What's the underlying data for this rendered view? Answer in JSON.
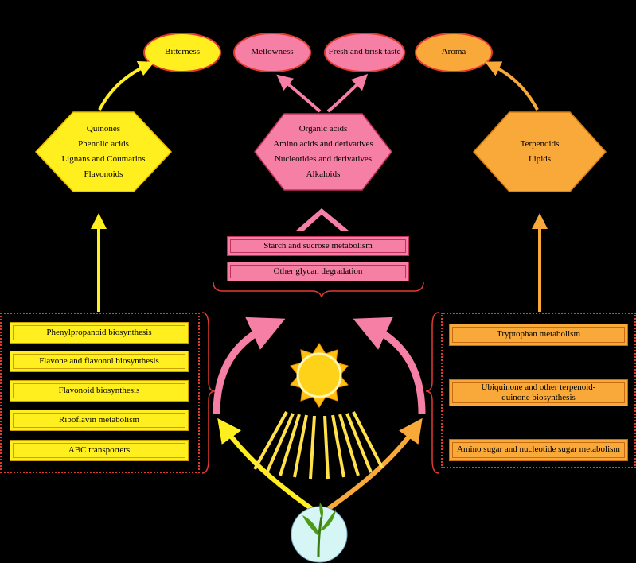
{
  "tastes": [
    {
      "label": "Bitterness"
    },
    {
      "label": "Mellowness"
    },
    {
      "label": "Fresh and brisk taste"
    },
    {
      "label": "Aroma"
    }
  ],
  "metabolite_groups": {
    "left": [
      "Quinones",
      "Phenolic acids",
      "Lignans and Coumarins",
      "Flavonoids"
    ],
    "center": [
      "Organic acids",
      "Amino acids and derivatives",
      "Nucleotides and derivatives",
      "Alkaloids"
    ],
    "right": [
      "Terpenoids",
      "Lipids"
    ]
  },
  "pathways": {
    "left": [
      "Phenylpropanoid biosynthesis",
      "Flavone and flavonol biosynthesis",
      "Flavonoid biosynthesis",
      "Riboflavin metabolism",
      "ABC transporters"
    ],
    "center": [
      "Starch and sucrose metabolism",
      "Other glycan degradation"
    ],
    "right": [
      "Tryptophan metabolism",
      "Ubiquinone and other terpenoid-quinone biosynthesis",
      "Amino sugar and nucleotide sugar metabolism"
    ]
  },
  "colors": {
    "yellow": "#ffef1f",
    "pink": "#f57fa5",
    "orange": "#f8a93a",
    "red_outline": "#e23b2e",
    "sun": "#ffd21a",
    "plant_bg": "#d6f6f6"
  },
  "icons": [
    "sun-icon",
    "tea-plant-icon"
  ]
}
